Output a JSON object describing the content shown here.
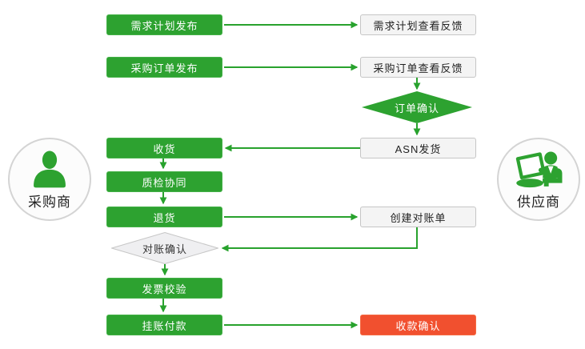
{
  "diagram": {
    "kind": "procurement-supplier-collaboration-flowchart",
    "background": "#FFFFFF"
  },
  "colors": {
    "green": "#2DA230",
    "line_green": "#28A22D",
    "red": "#F1502F",
    "gray_fill": "#F4F4F4",
    "gray_border": "#C6C6C6",
    "diamond_gray": "#EFEFF1"
  },
  "actors": {
    "buyer": {
      "label": "采购商",
      "icon": "person-icon"
    },
    "supplier": {
      "label": "供应商",
      "icon": "person-computer-icon"
    }
  },
  "nodes": {
    "demand_plan_publish": {
      "label": "需求计划发布",
      "type": "process",
      "style": "green"
    },
    "demand_plan_feedback": {
      "label": "需求计划查看反馈",
      "type": "process",
      "style": "plain"
    },
    "po_publish": {
      "label": "采购订单发布",
      "type": "process",
      "style": "green"
    },
    "po_feedback": {
      "label": "采购订单查看反馈",
      "type": "process",
      "style": "plain"
    },
    "order_confirm": {
      "label": "订单确认",
      "type": "decision",
      "style": "green"
    },
    "receive_goods": {
      "label": "收货",
      "type": "process",
      "style": "green"
    },
    "asn_ship": {
      "label": "ASN发货",
      "type": "process",
      "style": "plain"
    },
    "quality_collab": {
      "label": "质检协同",
      "type": "process",
      "style": "green"
    },
    "return_goods": {
      "label": "退货",
      "type": "process",
      "style": "green"
    },
    "create_statement": {
      "label": "创建对账单",
      "type": "process",
      "style": "plain"
    },
    "reconcile_confirm": {
      "label": "对账确认",
      "type": "decision",
      "style": "gray"
    },
    "invoice_verify": {
      "label": "发票校验",
      "type": "process",
      "style": "green"
    },
    "account_payment": {
      "label": "挂账付款",
      "type": "process",
      "style": "green"
    },
    "receipt_confirm": {
      "label": "收款确认",
      "type": "process",
      "style": "red"
    }
  },
  "edges": [
    {
      "from": "demand_plan_publish",
      "to": "demand_plan_feedback"
    },
    {
      "from": "po_publish",
      "to": "po_feedback"
    },
    {
      "from": "po_feedback",
      "to": "order_confirm"
    },
    {
      "from": "order_confirm",
      "to": "asn_ship"
    },
    {
      "from": "asn_ship",
      "to": "receive_goods"
    },
    {
      "from": "receive_goods",
      "to": "quality_collab"
    },
    {
      "from": "quality_collab",
      "to": "return_goods"
    },
    {
      "from": "return_goods",
      "to": "create_statement"
    },
    {
      "from": "create_statement",
      "to": "reconcile_confirm"
    },
    {
      "from": "reconcile_confirm",
      "to": "invoice_verify"
    },
    {
      "from": "invoice_verify",
      "to": "account_payment"
    },
    {
      "from": "account_payment",
      "to": "receipt_confirm"
    }
  ]
}
